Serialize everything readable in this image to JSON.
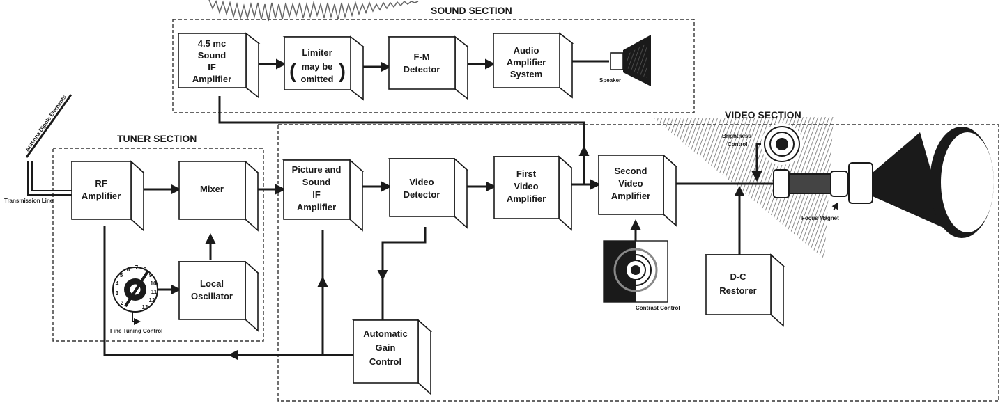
{
  "sections": {
    "sound": "SOUND SECTION",
    "tuner": "TUNER SECTION",
    "video": "VIDEO SECTION"
  },
  "blocks": {
    "sound_if": [
      "4.5 mc",
      "Sound",
      "IF",
      "Amplifier"
    ],
    "limiter": [
      "Limiter",
      "may be",
      "omitted"
    ],
    "fm_detector": [
      "F-M",
      "Detector"
    ],
    "audio_amp": [
      "Audio",
      "Amplifier",
      "System"
    ],
    "rf_amp": [
      "RF",
      "Amplifier"
    ],
    "mixer": [
      "Mixer"
    ],
    "local_osc": [
      "Local",
      "Oscillator"
    ],
    "pic_sound_if": [
      "Picture and",
      "Sound",
      "IF",
      "Amplifier"
    ],
    "video_detector": [
      "Video",
      "Detector"
    ],
    "first_video": [
      "First",
      "Video",
      "Amplifier"
    ],
    "second_video": [
      "Second",
      "Video",
      "Amplifier"
    ],
    "agc": [
      "Automatic",
      "Gain",
      "Control"
    ],
    "dc_restorer": [
      "D-C",
      "Restorer"
    ]
  },
  "labels": {
    "speaker": "Speaker",
    "antenna": "Antenna Dipole Elements",
    "transmission_line": "Transmission Line",
    "fine_tuning": "Fine Tuning Control",
    "brightness": "Brightness",
    "brightness_2": "Control",
    "contrast": "Contrast Control",
    "focus_magnet": "Focus Magnet"
  },
  "dial_numbers": [
    "2",
    "3",
    "4",
    "5",
    "6",
    "7",
    "8",
    "9",
    "10",
    "11",
    "12",
    "13"
  ],
  "colors": {
    "ink": "#1a1a1a",
    "paper": "#ffffff"
  }
}
